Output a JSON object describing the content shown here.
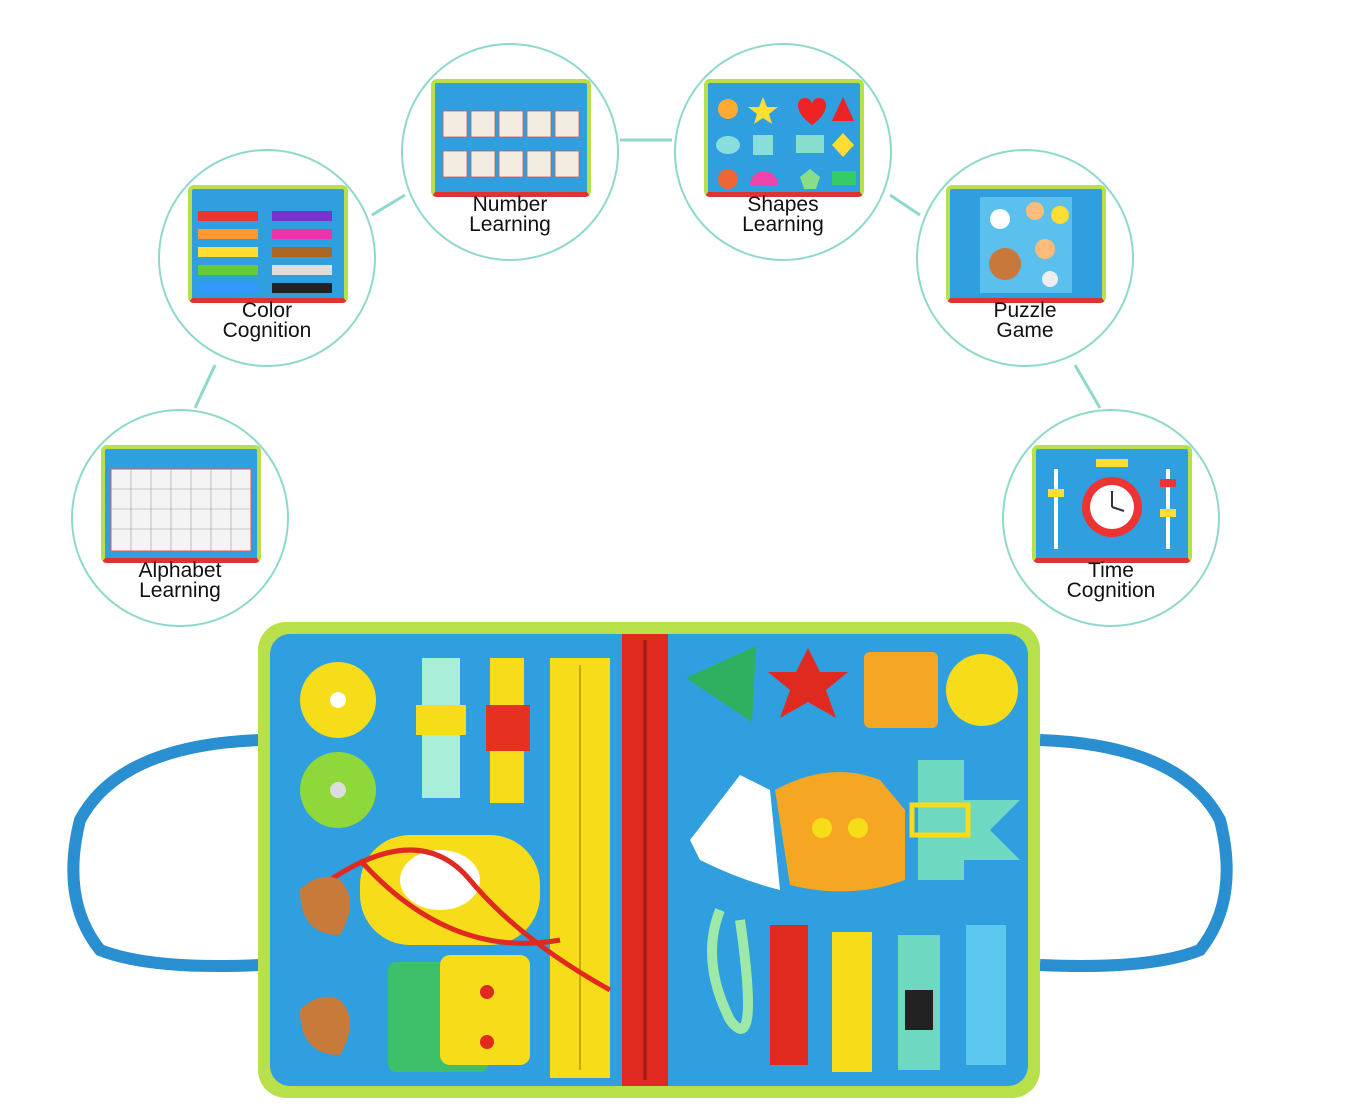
{
  "features": [
    {
      "id": "alphabet",
      "label_line1": "Alphabet",
      "label_line2": "Learning"
    },
    {
      "id": "color",
      "label_line1": "Color",
      "label_line2": "Cognition"
    },
    {
      "id": "number",
      "label_line1": "Number",
      "label_line2": "Learning"
    },
    {
      "id": "shapes",
      "label_line1": "Shapes",
      "label_line2": "Learning"
    },
    {
      "id": "puzzle",
      "label_line1": "Puzzle",
      "label_line2": "Game"
    },
    {
      "id": "time",
      "label_line1": "Time",
      "label_line2": "Cognition"
    }
  ],
  "colors": {
    "ring": "#8fd9cc",
    "board_blue": "#2f9fe0",
    "board_border": "#b8e04a",
    "zipper": "#e02a20"
  }
}
